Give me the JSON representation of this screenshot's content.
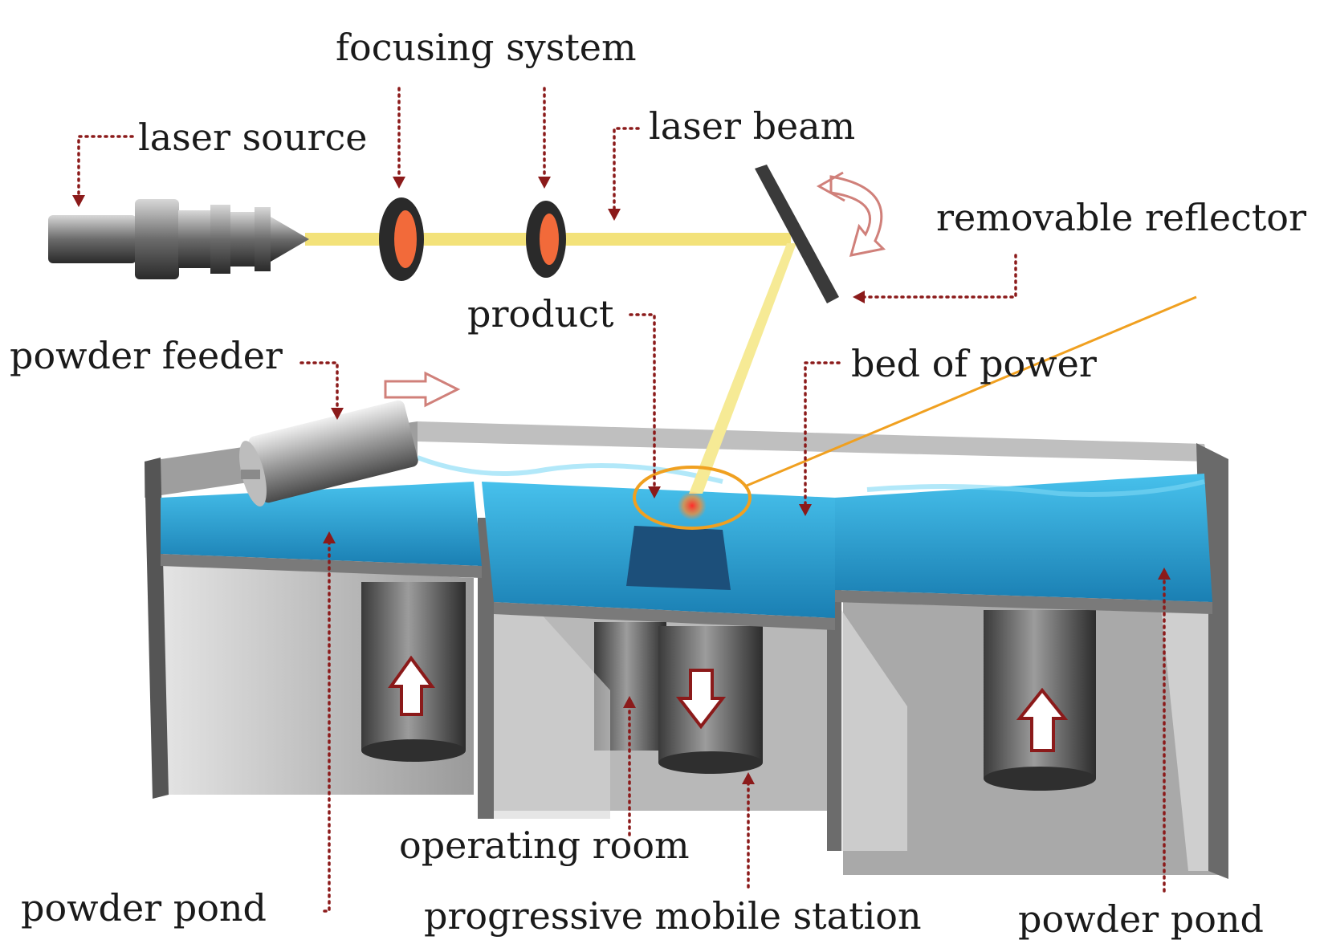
{
  "labels": {
    "focusing_system": "focusing system",
    "laser_source": "laser source",
    "laser_beam": "laser beam",
    "removable_reflector": "removable reflector",
    "product": "product",
    "powder_feeder": "powder feeder",
    "bed_of_power": "bed of power",
    "operating_room": "operating room",
    "powder_pond_left": "powder pond",
    "progressive_mobile_station": "progressive mobile station",
    "powder_pond_right": "powder pond"
  },
  "colors": {
    "leader": "#8b1a1a",
    "beam": "#f3e27a",
    "powder": "#2a9fd6",
    "metal": "#8d8d8d",
    "highlight": "#f0a020"
  },
  "motion": {
    "left_piston": "up",
    "center_piston": "down",
    "right_piston": "up",
    "feeder": "right"
  }
}
